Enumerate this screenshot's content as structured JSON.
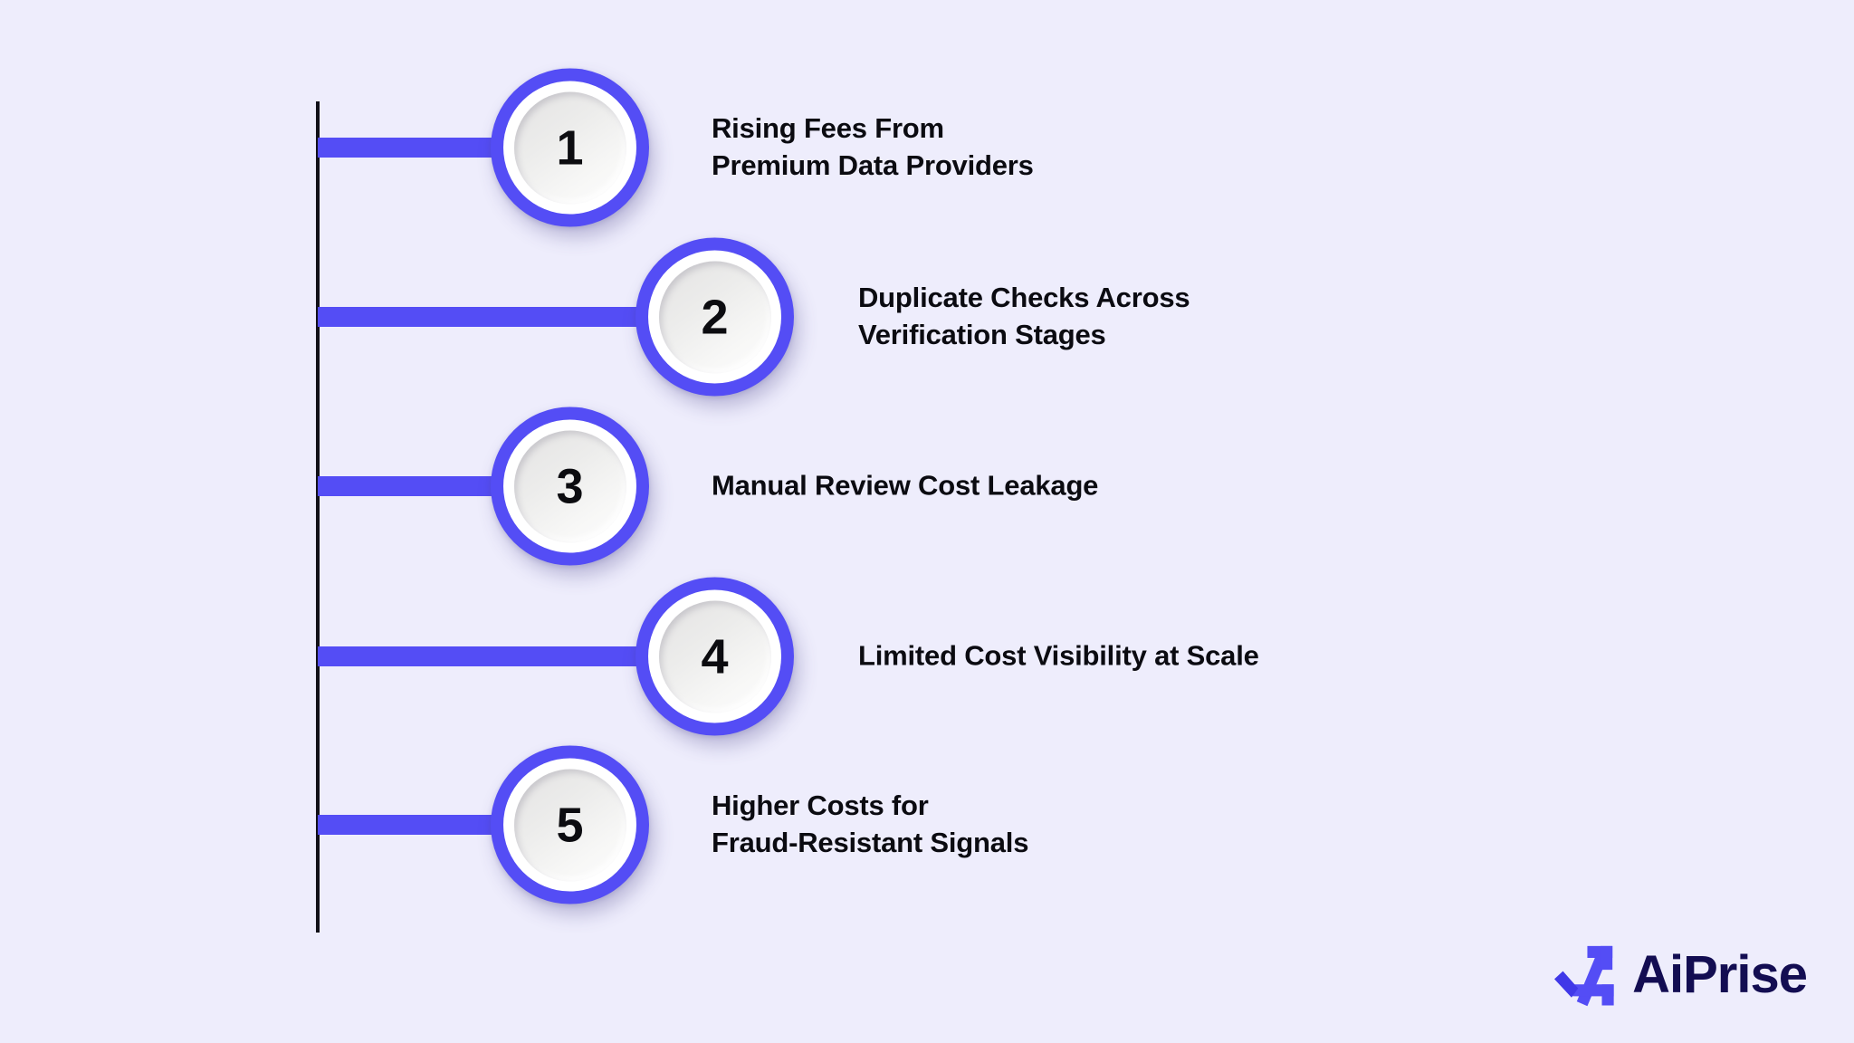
{
  "theme": {
    "background": "#eeedfc",
    "accent": "#544df5",
    "spine": "#111018",
    "text": "#0b0b11",
    "logo_text": "#130d52"
  },
  "timeline": {
    "items": [
      {
        "number": "1",
        "label": "Rising Fees From\nPremium Data Providers",
        "offset": "left"
      },
      {
        "number": "2",
        "label": "Duplicate Checks Across\nVerification Stages",
        "offset": "right"
      },
      {
        "number": "3",
        "label": "Manual Review Cost Leakage",
        "offset": "left"
      },
      {
        "number": "4",
        "label": "Limited Cost Visibility at Scale",
        "offset": "right"
      },
      {
        "number": "5",
        "label": "Higher Costs for\nFraud-Resistant Signals",
        "offset": "left"
      }
    ]
  },
  "brand": {
    "name": "AiPrise",
    "mark_icon": "aiprise-logo-icon"
  }
}
